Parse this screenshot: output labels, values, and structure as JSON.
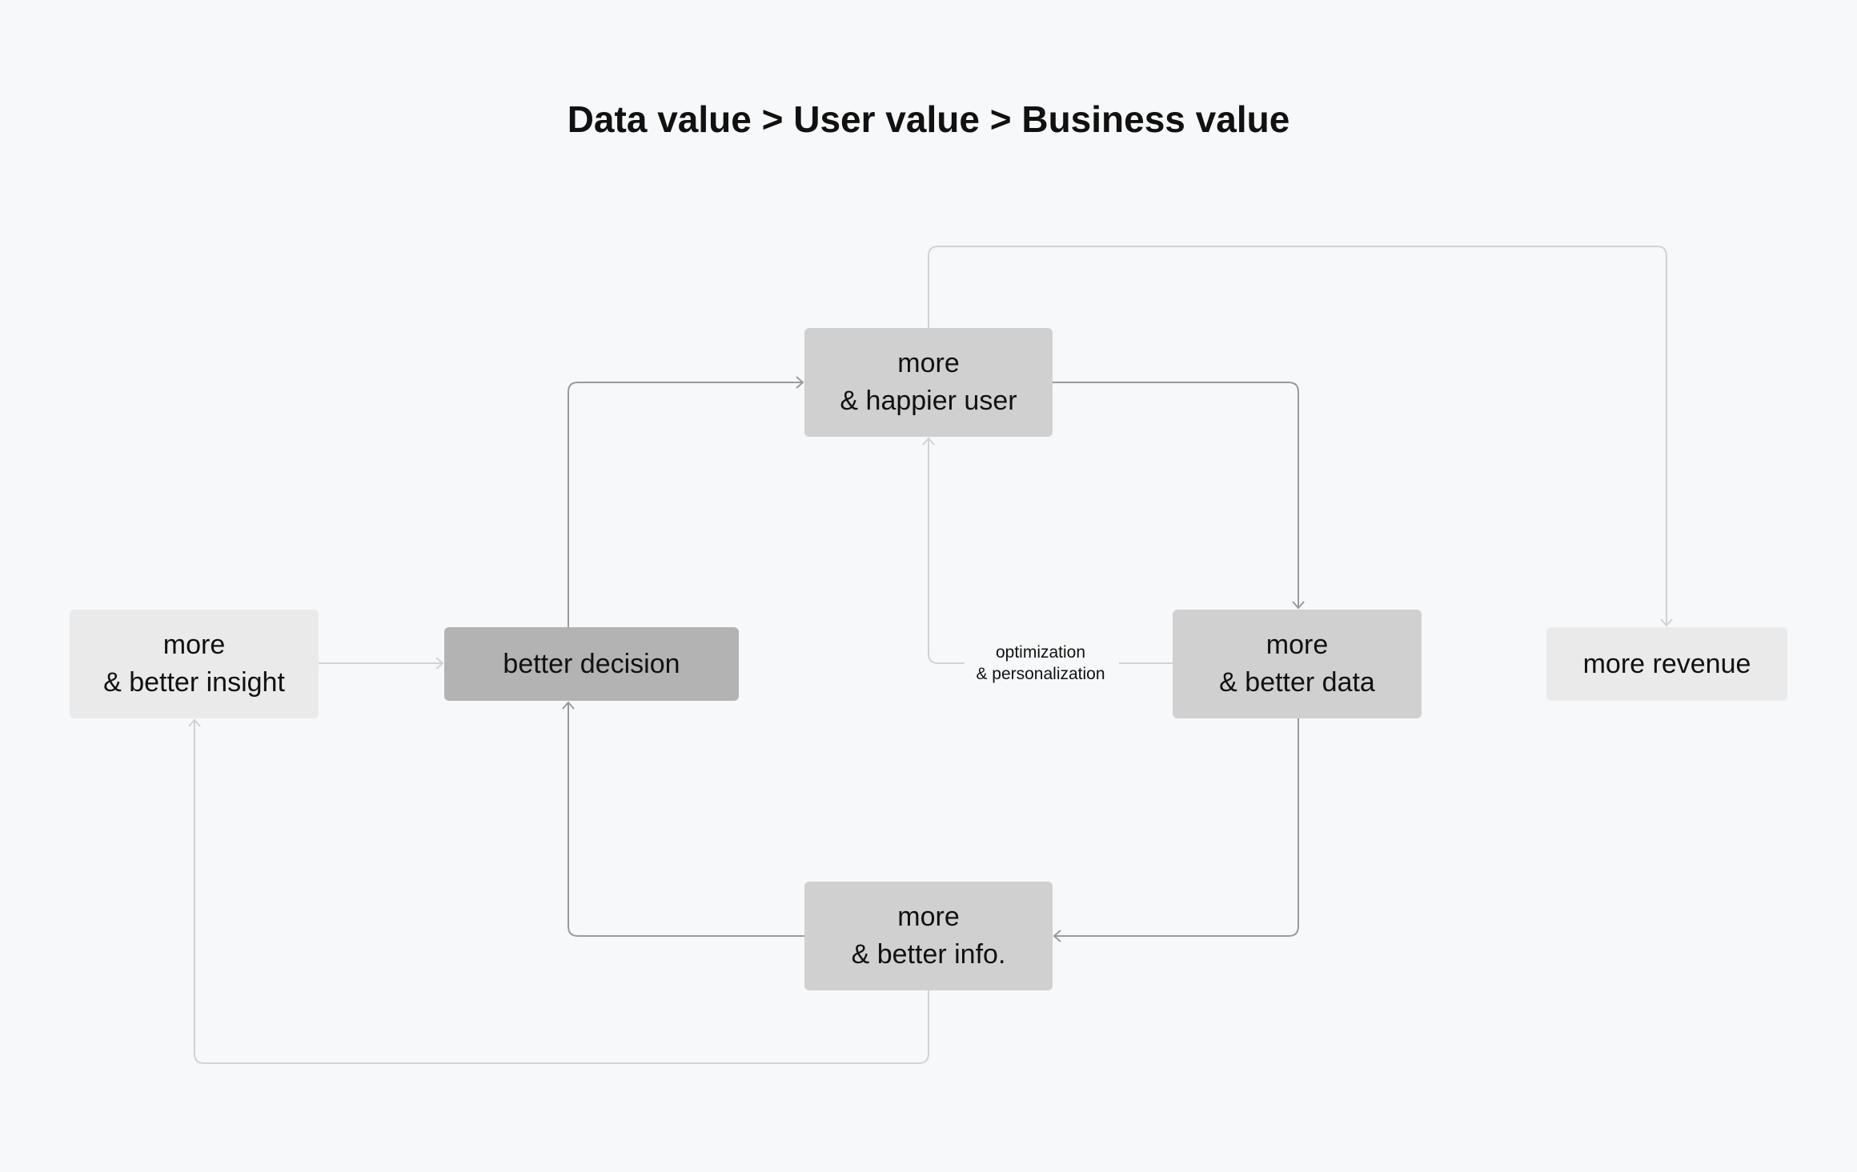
{
  "title": "Data value > User value > Business value",
  "nodes": {
    "happier_user": {
      "line1": "more",
      "line2": "& happier user"
    },
    "better_insight": {
      "line1": "more",
      "line2": "& better insight"
    },
    "better_decision": {
      "line1": "better decision"
    },
    "better_data": {
      "line1": "more",
      "line2": "& better data"
    },
    "more_revenue": {
      "line1": "more revenue"
    },
    "better_info": {
      "line1": "more",
      "line2": "& better info."
    }
  },
  "edge_label": {
    "line1": "optimization",
    "line2": "& personalization"
  },
  "colors": {
    "background": "#f7f8fa",
    "node": "#d0d0d0",
    "node_dark": "#b3b3b3",
    "node_light": "#eaeaeb",
    "edge_dark": "#9a9a9a",
    "edge_light": "#d2d2d4"
  }
}
